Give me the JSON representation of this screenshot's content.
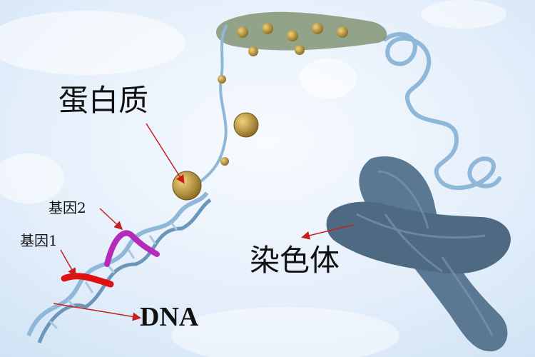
{
  "labels": {
    "protein": "蛋白质",
    "gene2": "基因2",
    "gene1": "基因1",
    "chromosome": "染色体",
    "dna": "DNA"
  },
  "colors": {
    "background": "#e9f2fb",
    "strand": "#8fb7d8",
    "strand_dark": "#5f89ab",
    "chromosome": "#4f6f89",
    "protein_bead": "#b8953e",
    "gene1": "#e01010",
    "gene2": "#b52ab8",
    "arrow": "#c81e1e"
  }
}
